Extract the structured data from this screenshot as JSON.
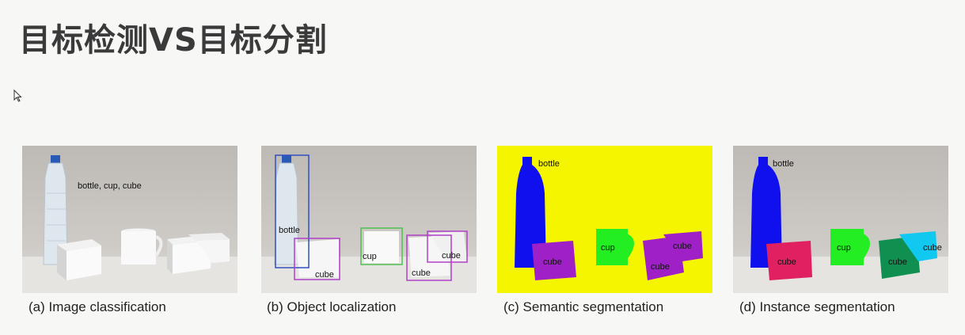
{
  "slide": {
    "title": "目标检测VS目标分割"
  },
  "panels": [
    {
      "caption": "(a) Image classification",
      "image_label": "bottle, cup, cube"
    },
    {
      "caption": "(b) Object localization",
      "labels": [
        "bottle",
        "cube",
        "cup",
        "cube",
        "cube"
      ]
    },
    {
      "caption": "(c) Semantic segmentation",
      "labels": [
        "bottle",
        "cube",
        "cup",
        "cube",
        "cube"
      ]
    },
    {
      "caption": "(d) Instance segmentation",
      "labels": [
        "bottle",
        "cube",
        "cup",
        "cube",
        "cube"
      ]
    }
  ],
  "colors": {
    "title": "#3a3a3a",
    "semantic_background": "#f5f500",
    "bottle_mask": "#1010ee",
    "cube_mask_semantic": "#a020c8",
    "cup_mask": "#22ee22",
    "instance_cube_red": "#e02060",
    "instance_cube_green": "#109050",
    "instance_cube_cyan": "#10c8f0",
    "box_bottle": "#3050c0",
    "box_cube": "#b040c8",
    "box_cup": "#50c050"
  }
}
